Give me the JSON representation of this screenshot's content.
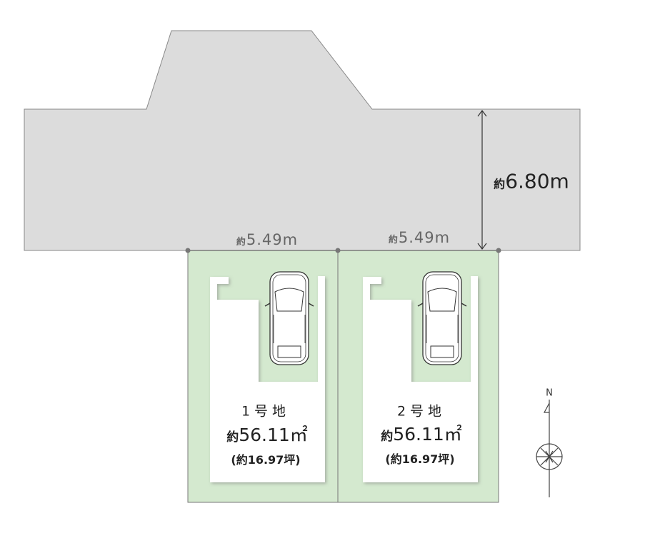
{
  "road": {
    "depth_label_prefix": "約",
    "depth_label_value": "6.80m"
  },
  "frontage": [
    {
      "prefix": "約",
      "value": "5.49m"
    },
    {
      "prefix": "約",
      "value": "5.49m"
    }
  ],
  "lots": [
    {
      "name": "1号地",
      "area_prefix": "約",
      "area_value": "56.11㎡",
      "tsubo": "(約16.97坪)"
    },
    {
      "name": "2号地",
      "area_prefix": "約",
      "area_value": "56.11㎡",
      "tsubo": "(約16.97坪)"
    }
  ],
  "compass": {
    "north_label": "N"
  },
  "colors": {
    "road": "#dcdcdc",
    "lot": "#d4e9cf",
    "building": "#ffffff"
  }
}
